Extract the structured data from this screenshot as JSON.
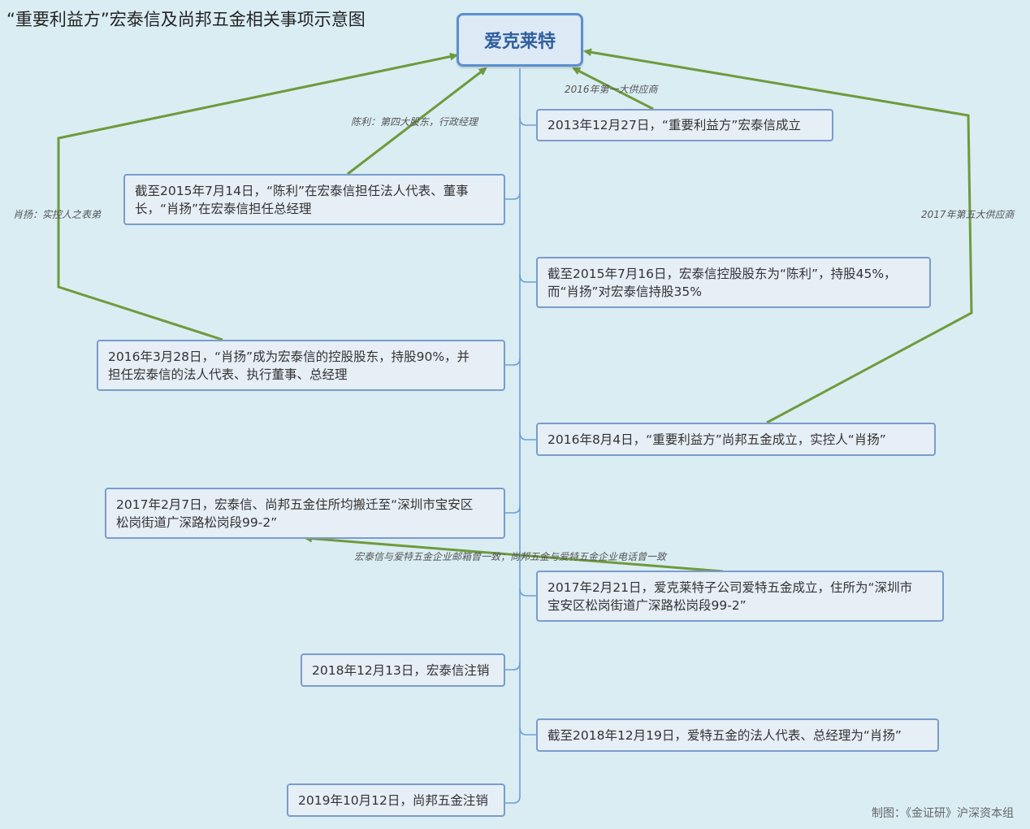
{
  "title": "“重要利益方”宏泰信及尚邦五金相关事项示意图",
  "root": "爱克莱特",
  "events_right": [
    "2013年12月27日，“重要利益方”宏泰信成立",
    "截至2015年7月16日，宏泰信控股股东为“陈利”，持股45%，\n而“肖扬”对宏泰信持股35%",
    "2016年8月4日，“重要利益方”尚邦五金成立，实控人“肖扬”",
    "2017年2月21日，爱克莱特子公司爱特五金成立，住所为“深圳市\n宝安区松岗街道广深路松岗段99-2”",
    "截至2018年12月19日，爱特五金的法人代表、总经理为“肖扬”"
  ],
  "events_left": [
    "截至2015年7月14日，“陈利”在宏泰信担任法人代表、董事\n长，“肖扬”在宏泰信担任总经理",
    "2016年3月28日，“肖扬”成为宏泰信的控股股东，持股90%，并\n担任宏泰信的法人代表、执行董事、总经理",
    "2017年2月7日，宏泰信、尚邦五金住所均搬迁至“深圳市宝安区\n松岗街道广深路松岗段99-2”",
    "2018年12月13日，宏泰信注销",
    "2019年10月12日，尚邦五金注销"
  ],
  "relations": {
    "first_supplier_2016": "2016年第一大供应商",
    "chenli": "陈利：第四大股东，行政经理",
    "xiaoyang": "肖扬：实控人之表弟",
    "fifth_supplier_2017": "2017年第五大供应商",
    "same_contact": "宏泰信与爱特五金企业邮箱曾一致；尚邦五金与爱特五金企业电话曾一致"
  },
  "credit": "制图：《金证研》沪深资本组",
  "colors": {
    "background": "#daedf3",
    "spine": "#6e9fd6",
    "relation_line": "#6f9a3c",
    "node_border": "#7a9ccc"
  }
}
